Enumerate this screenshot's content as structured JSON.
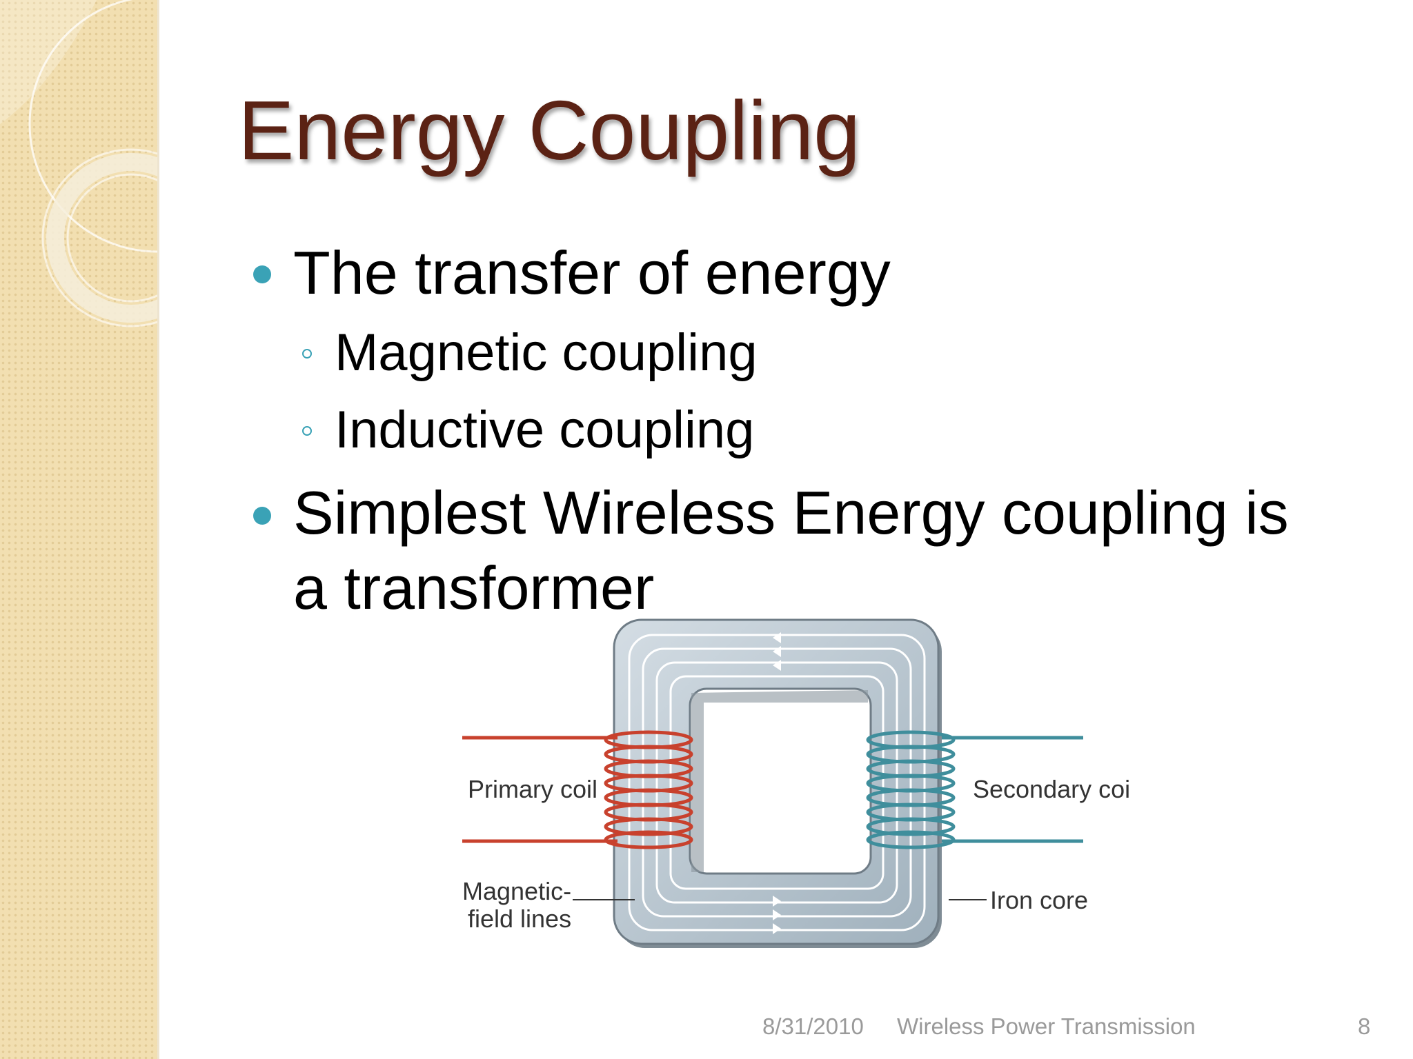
{
  "slide": {
    "title": "Energy Coupling",
    "bullets": [
      {
        "text": "The transfer of energy",
        "subitems": [
          "Magnetic coupling",
          "Inductive coupling"
        ]
      },
      {
        "text_line1": "Simplest Wireless Energy coupling is",
        "text_line2": "a transformer"
      }
    ]
  },
  "diagram": {
    "labels": {
      "primary_coil": "Primary coil",
      "secondary_coil": "Secondary coil",
      "magnetic_field_lines_1": "Magnetic-",
      "magnetic_field_lines_2": "field lines",
      "iron_core": "Iron core"
    },
    "colors": {
      "primary_wire": "#c8412d",
      "secondary_wire": "#3f8e9c",
      "core": "#a9b8c3"
    }
  },
  "footer": {
    "date": "8/31/2010",
    "presentation_title": "Wireless Power Transmission",
    "slide_number": "8"
  },
  "theme": {
    "title_color": "#5b2214",
    "bullet_color": "#3aa2b6",
    "side_band_color": "#f2dfb1"
  }
}
